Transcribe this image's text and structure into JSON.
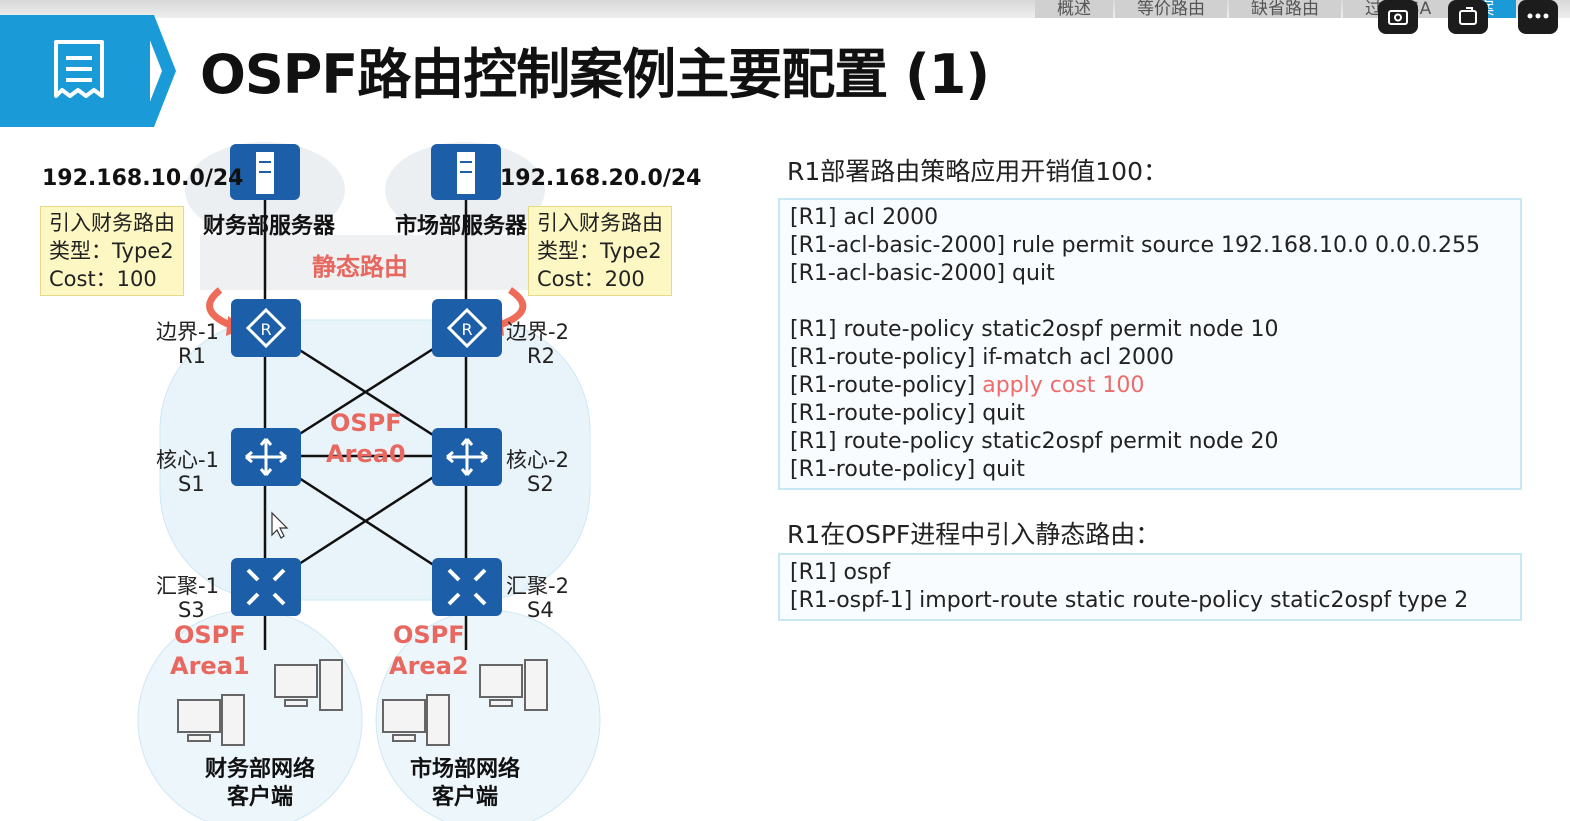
{
  "top_nav": {
    "crumbs": [
      "概述",
      "等价路由",
      "缺省路由",
      "过滤LSA",
      "案"
    ],
    "active_index": 4,
    "controls": [
      "camera-flip-icon",
      "window-icon",
      "more-icon"
    ]
  },
  "slide": {
    "title": "OSPF路由控制案例主要配置 (1)",
    "banner_icon": "document-icon",
    "accent_color": "#1a9bd7"
  },
  "diagram": {
    "networks": {
      "left": "192.168.10.0/24",
      "right": "192.168.20.0/24"
    },
    "servers": {
      "left": "财务部服务器",
      "right": "市场部服务器"
    },
    "static_route_label": "静态路由",
    "notes": {
      "left": {
        "line1": "引入财务路由",
        "line2": "类型：Type2",
        "line3": "Cost：100"
      },
      "right": {
        "line1": "引入财务路由",
        "line2": "类型：Type2",
        "line3": "Cost：200"
      }
    },
    "nodes": {
      "r1": {
        "role": "边界-1",
        "name": "R1"
      },
      "r2": {
        "role": "边界-2",
        "name": "R2"
      },
      "s1": {
        "role": "核心-1",
        "name": "S1"
      },
      "s2": {
        "role": "核心-2",
        "name": "S2"
      },
      "s3": {
        "role": "汇聚-1",
        "name": "S3"
      },
      "s4": {
        "role": "汇聚-2",
        "name": "S4"
      }
    },
    "areas": {
      "area0": {
        "line1": "OSPF",
        "line2": "Area0"
      },
      "area1": {
        "line1": "OSPF",
        "line2": "Area1"
      },
      "area2": {
        "line1": "OSPF",
        "line2": "Area2"
      }
    },
    "clients": {
      "left": {
        "line1": "财务部网络",
        "line2": "客户端"
      },
      "right": {
        "line1": "市场部网络",
        "line2": "客户端"
      }
    },
    "label_color": "#e8675f"
  },
  "config": {
    "section1": {
      "title": "R1部署路由策略应用开销值100：",
      "lines": [
        {
          "text": "[R1] acl 2000"
        },
        {
          "text": "[R1-acl-basic-2000] rule permit source 192.168.10.0 0.0.0.255"
        },
        {
          "text": "[R1-acl-basic-2000] quit"
        },
        {
          "text": ""
        },
        {
          "text": "[R1] route-policy static2ospf permit node 10"
        },
        {
          "text": "[R1-route-policy] if-match acl 2000"
        },
        {
          "prefix": "[R1-route-policy] ",
          "highlight": "apply cost 100"
        },
        {
          "text": "[R1-route-policy] quit"
        },
        {
          "text": "[R1] route-policy static2ospf permit node 20"
        },
        {
          "text": "[R1-route-policy] quit"
        }
      ]
    },
    "section2": {
      "title": "R1在OSPF进程中引入静态路由：",
      "lines": [
        {
          "text": "[R1] ospf"
        },
        {
          "text": "[R1-ospf-1] import-route static route-policy static2ospf type 2"
        }
      ]
    },
    "highlight_color": "#ef6b6b"
  }
}
